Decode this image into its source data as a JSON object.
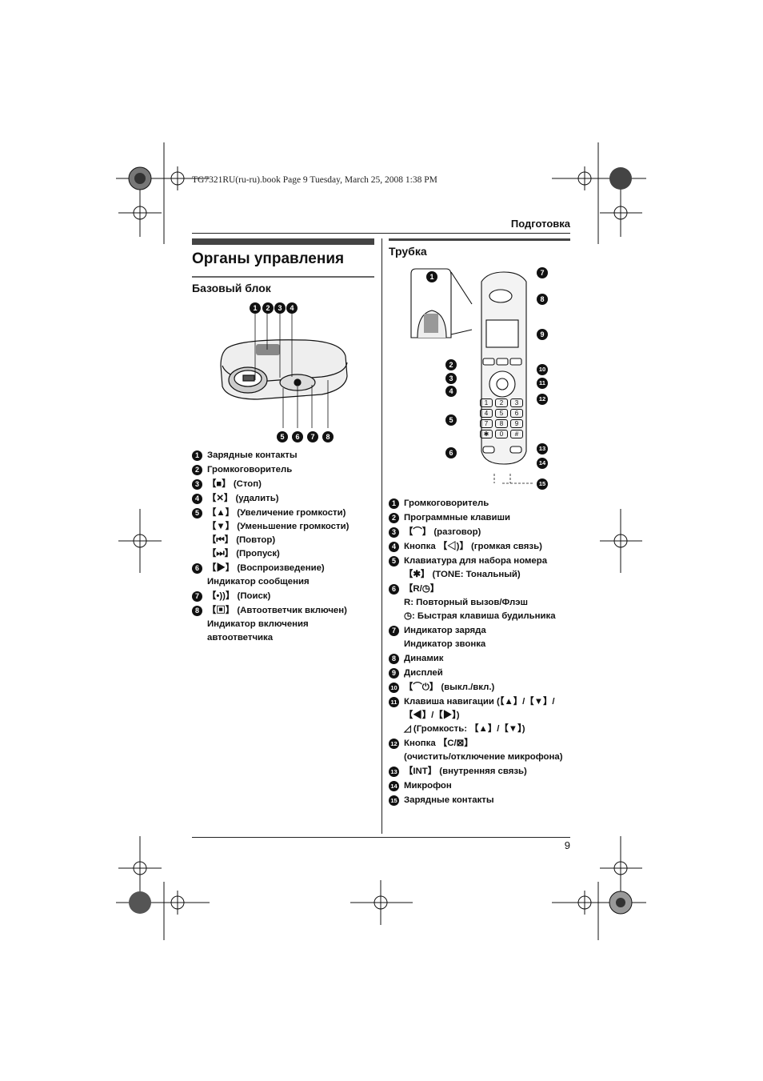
{
  "header": {
    "book_line": "TG7321RU(ru-ru).book  Page 9  Tuesday, March 25, 2008  1:38 PM",
    "section": "Подготовка"
  },
  "page": {
    "title": "Органы управления",
    "number": "9"
  },
  "base_unit": {
    "heading": "Базовый блок",
    "callouts": [
      "1",
      "2",
      "3",
      "4",
      "5",
      "6",
      "7",
      "8"
    ],
    "items": [
      {
        "num": "1",
        "lines": [
          "Зарядные контакты"
        ]
      },
      {
        "num": "2",
        "lines": [
          "Громкоговоритель"
        ]
      },
      {
        "num": "3",
        "lines": [
          "【■】 (Стоп)"
        ]
      },
      {
        "num": "4",
        "lines": [
          "【✕】 (удалить)"
        ]
      },
      {
        "num": "5",
        "lines": [
          "【▲】 (Увеличение громкости)",
          "【▼】 (Уменьшение громкости)",
          "【⏮】 (Повтор)",
          "【⏭】 (Пропуск)"
        ]
      },
      {
        "num": "6",
        "lines": [
          "【▶】 (Воспроизведение)",
          "Индикатор сообщения"
        ]
      },
      {
        "num": "7",
        "lines": [
          "【•))】 (Поиск)"
        ]
      },
      {
        "num": "8",
        "lines": [
          "【▣】 (Автоответчик включен)",
          "Индикатор включения",
          "автоответчика"
        ]
      }
    ]
  },
  "handset": {
    "heading": "Трубка",
    "callouts": [
      "1",
      "2",
      "3",
      "4",
      "5",
      "6",
      "7",
      "8",
      "9",
      "10",
      "11",
      "12",
      "13",
      "14",
      "15"
    ],
    "items": [
      {
        "num": "1",
        "lines": [
          "Громкоговоритель"
        ]
      },
      {
        "num": "2",
        "lines": [
          "Программные клавиши"
        ]
      },
      {
        "num": "3",
        "lines": [
          "【⌒】 (разговор)"
        ]
      },
      {
        "num": "4",
        "lines": [
          "Кнопка 【◁)】 (громкая связь)"
        ]
      },
      {
        "num": "5",
        "lines": [
          "Клавиатура для набора номера",
          "【✱】 (TONE: Тональный)"
        ]
      },
      {
        "num": "6",
        "lines": [
          "【R/◷】",
          "R: Повторный вызов/Флэш",
          "◷: Быстрая клавиша будильника"
        ]
      },
      {
        "num": "7",
        "lines": [
          "Индикатор заряда",
          "Индикатор звонка"
        ]
      },
      {
        "num": "8",
        "lines": [
          "Динамик"
        ]
      },
      {
        "num": "9",
        "lines": [
          "Дисплей"
        ]
      },
      {
        "num": "10",
        "lines": [
          "【⌒⏻】 (выкл./вкл.)"
        ]
      },
      {
        "num": "11",
        "lines": [
          "Клавиша навигации (【▲】/【▼】/【◀】/【▶】)",
          "◿ (Громкость: 【▲】/【▼】)"
        ]
      },
      {
        "num": "12",
        "lines": [
          "Кнопка 【C/⊠】",
          "(очистить/отключение микрофона)"
        ]
      },
      {
        "num": "13",
        "lines": [
          "【INT】 (внутренняя связь)"
        ]
      },
      {
        "num": "14",
        "lines": [
          "Микрофон"
        ]
      },
      {
        "num": "15",
        "lines": [
          "Зарядные контакты"
        ]
      }
    ]
  },
  "keypad": {
    "keys": [
      "1",
      "2",
      "3",
      "4",
      "5",
      "6",
      "7",
      "8",
      "9",
      "✱",
      "0",
      "#"
    ]
  }
}
